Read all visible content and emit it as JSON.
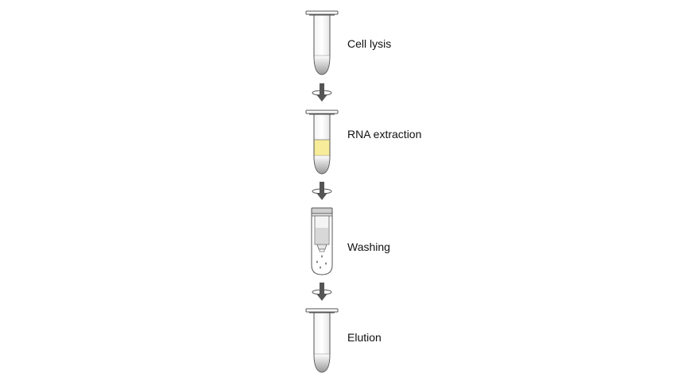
{
  "steps": [
    {
      "label": "Cell lysis",
      "tube": "empty-tube-icon"
    },
    {
      "label": "RNA extraction",
      "tube": "tube-with-yellow-phase-icon"
    },
    {
      "label": "Washing",
      "tube": "spin-column-icon"
    },
    {
      "label": "Elution",
      "tube": "empty-tube-icon"
    }
  ],
  "arrows": [
    "centrifuge-arrow-icon",
    "centrifuge-arrow-icon",
    "centrifuge-arrow-icon"
  ],
  "colors": {
    "tube_fill": "#ffffff",
    "tube_stroke": "#555555",
    "phase_yellow": "#f6ec9a",
    "column_fill": "#d8d8d8",
    "arrow_fill": "#555555"
  }
}
